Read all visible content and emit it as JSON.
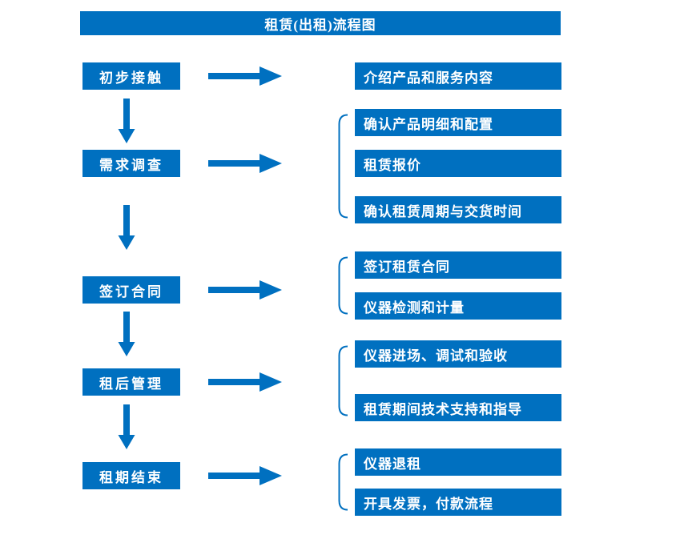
{
  "title": "租赁(出租)流程图",
  "steps": [
    {
      "label": "初步接触",
      "outputs": [
        "介绍产品和服务内容"
      ]
    },
    {
      "label": "需求调查",
      "outputs": [
        "确认产品明细和配置",
        "租赁报价",
        "确认租赁周期与交货时间"
      ]
    },
    {
      "label": "签订合同",
      "outputs": [
        "签订租赁合同",
        "仪器检测和计量"
      ]
    },
    {
      "label": "租后管理",
      "outputs": [
        "仪器进场、调试和验收",
        "租赁期间技术支持和指导"
      ]
    },
    {
      "label": "租期结束",
      "outputs": [
        "仪器退租",
        "开具发票，付款流程"
      ]
    }
  ],
  "colors": {
    "accent": "#0070C0",
    "box_text": "#FFFFFF",
    "background": "#FFFFFF"
  }
}
